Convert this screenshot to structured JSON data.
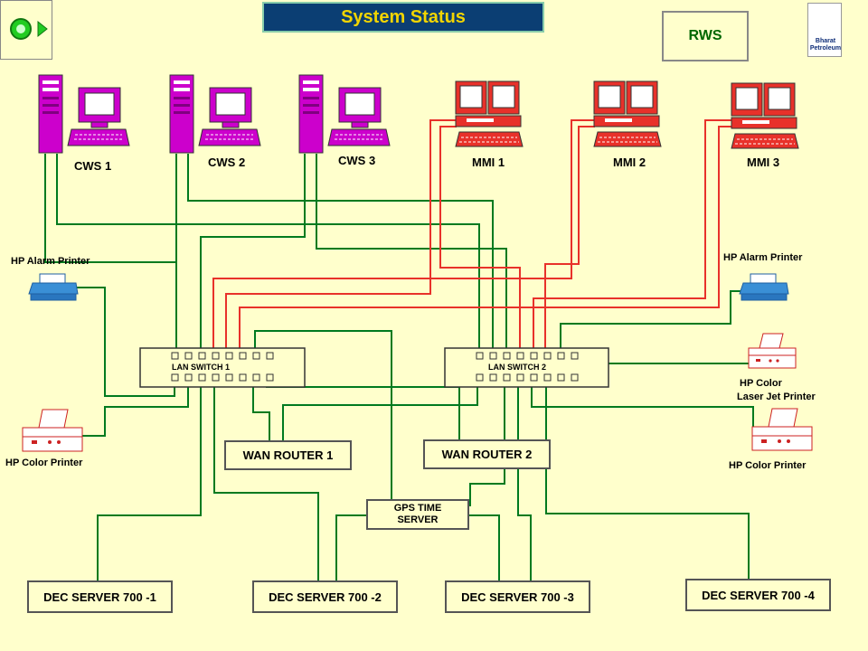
{
  "header": {
    "title": "System Status",
    "rws_button": "RWS"
  },
  "logo": {
    "line1": "Bharat",
    "line2": "Petroleum"
  },
  "workstations": [
    {
      "label": "CWS 1"
    },
    {
      "label": "CWS 2"
    },
    {
      "label": "CWS 3"
    }
  ],
  "mmi": [
    {
      "label": "MMI 1"
    },
    {
      "label": "MMI 2"
    },
    {
      "label": "MMI 3"
    }
  ],
  "printers": {
    "alarm_left": "HP Alarm Printer",
    "alarm_right": "HP Alarm Printer",
    "color_left": "HP Color Printer",
    "laser_line1": "HP Color",
    "laser_line2": "Laser Jet Printer",
    "color_right": "HP Color Printer"
  },
  "switches": {
    "sw1": "LAN SWITCH 1",
    "sw2": "LAN SWITCH 2"
  },
  "routers": {
    "r1": "WAN ROUTER 1",
    "r2": "WAN ROUTER 2"
  },
  "gps": {
    "line1": "GPS TIME",
    "line2": "SERVER"
  },
  "servers": [
    {
      "label": "DEC SERVER 700 -1"
    },
    {
      "label": "DEC SERVER 700 -2"
    },
    {
      "label": "DEC SERVER 700 -3"
    },
    {
      "label": "DEC SERVER 700 -4"
    }
  ],
  "colors": {
    "cable_green": "#007a1f",
    "cable_red": "#e8312a",
    "cws_magenta": "#cc00cc",
    "mmi_red": "#e8312a",
    "printer_blue": "#3a8fd6",
    "title_bg": "#0b3e73",
    "title_text": "#f2d500",
    "background": "#ffffcc"
  }
}
